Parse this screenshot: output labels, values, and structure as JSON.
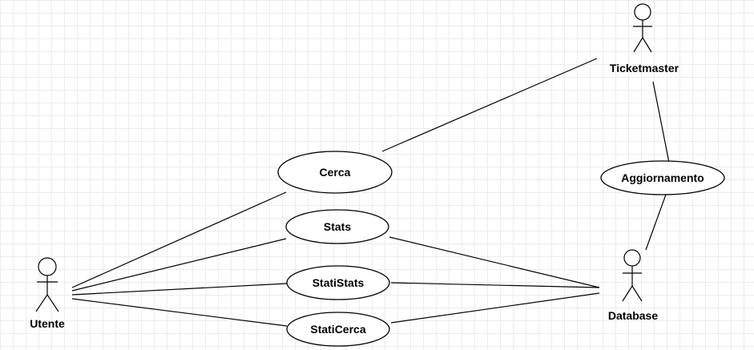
{
  "diagram": {
    "actors": [
      {
        "id": "ticketmaster",
        "label": "Ticketmaster"
      },
      {
        "id": "utente",
        "label": "Utente"
      },
      {
        "id": "database",
        "label": "Database"
      }
    ],
    "use_cases": [
      {
        "id": "cerca",
        "label": "Cerca"
      },
      {
        "id": "stats",
        "label": "Stats"
      },
      {
        "id": "statistats",
        "label": "StatiStats"
      },
      {
        "id": "staticerca",
        "label": "StatiCerca"
      },
      {
        "id": "aggiornamento",
        "label": "Aggiornamento"
      }
    ],
    "associations": [
      {
        "from": "cerca",
        "to": "ticketmaster"
      },
      {
        "from": "ticketmaster",
        "to": "aggiornamento"
      },
      {
        "from": "aggiornamento",
        "to": "database"
      },
      {
        "from": "utente",
        "to": "cerca"
      },
      {
        "from": "utente",
        "to": "stats"
      },
      {
        "from": "utente",
        "to": "statistats"
      },
      {
        "from": "utente",
        "to": "staticerca"
      },
      {
        "from": "stats",
        "to": "database"
      },
      {
        "from": "statistats",
        "to": "database"
      },
      {
        "from": "staticerca",
        "to": "database"
      }
    ]
  }
}
